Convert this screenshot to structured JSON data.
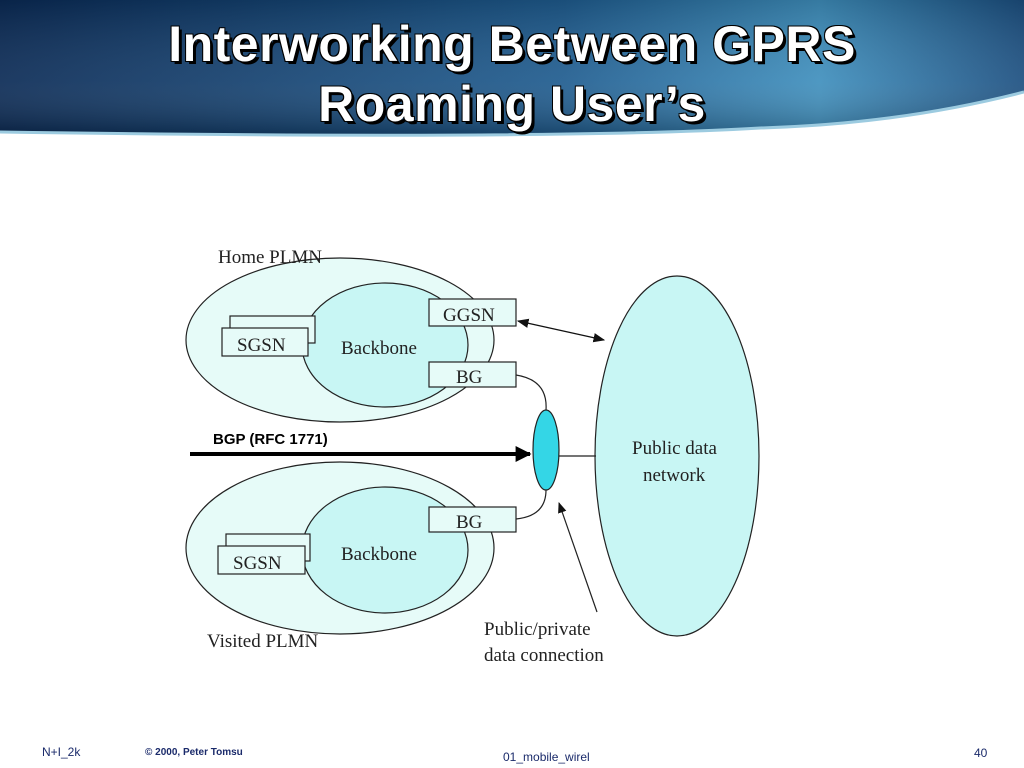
{
  "slide": {
    "title_line_1": "Interworking Between GPRS",
    "title_line_2": "Roaming User’s"
  },
  "diagram": {
    "home_plmn": "Home PLMN",
    "visited_plmn": "Visited PLMN",
    "home_sgsn": "SGSN",
    "home_backbone": "Backbone",
    "home_ggsn": "GGSN",
    "home_bg": "BG",
    "visited_sgsn": "SGSN",
    "visited_backbone": "Backbone",
    "visited_bg": "BG",
    "public_data_network_line1": "Public data",
    "public_data_network_line2": "network",
    "bgp": "BGP (RFC 1771)",
    "connection_line1": "Public/private",
    "connection_line2": "data connection"
  },
  "colors": {
    "fill_light": "#e6fbf8",
    "fill_cyan": "#c8f6f4",
    "fill_accent": "#34d6e6",
    "banner_dark": "#0b2e5a",
    "banner_light": "#4fa0c8"
  },
  "footer": {
    "left": "N+I_2k",
    "copyright": "© 2000, Peter Tomsu",
    "center": "01_mobile_wirel",
    "page": "40"
  }
}
